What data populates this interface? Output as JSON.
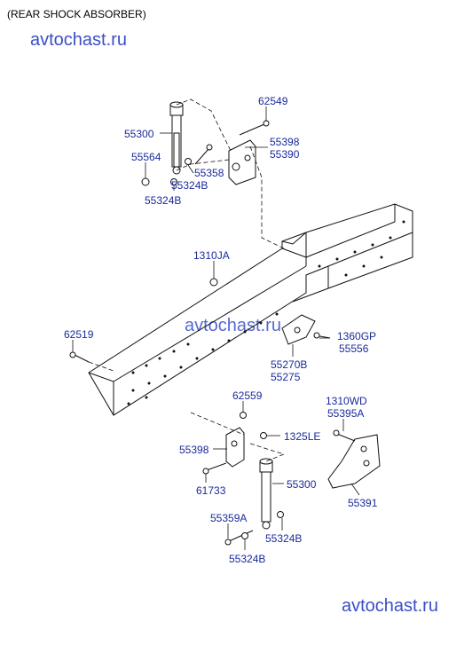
{
  "title": "(REAR SHOCK ABSORBER)",
  "watermarks": [
    "avtochast.ru",
    "avtochast.ru",
    "avtochast.ru"
  ],
  "labels": {
    "p62549": "62549",
    "p55300_top": "55300",
    "p55398_top": "55398",
    "p55390": "55390",
    "p55564": "55564",
    "p55358": "55358",
    "p55324B_top1": "55324B",
    "p55324B_top2": "55324B",
    "p1310JA": "1310JA",
    "p62519": "62519",
    "p1360GP": "1360GP",
    "p55556": "55556",
    "p55270B": "55270B",
    "p55275": "55275",
    "p62559": "62559",
    "p1310WD": "1310WD",
    "p55395A": "55395A",
    "p1325LE": "1325LE",
    "p55398_bot": "55398",
    "p55300_bot": "55300",
    "p61733": "61733",
    "p55391": "55391",
    "p55359A": "55359A",
    "p55324B_bot1": "55324B",
    "p55324B_bot2": "55324B"
  },
  "colors": {
    "label": "#1a2a9a",
    "watermark": "#3a4fc8",
    "line": "#111111"
  }
}
